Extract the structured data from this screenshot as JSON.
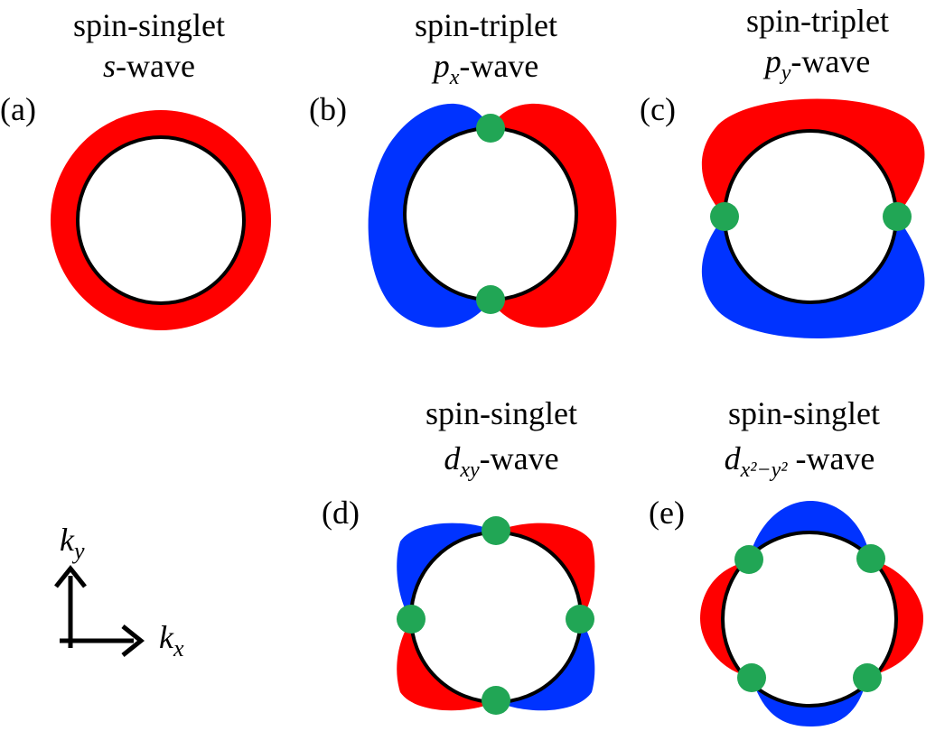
{
  "colors": {
    "positive": "#ff0000",
    "negative": "#0033ff",
    "node": "#21a655",
    "fermi_surface": "#000000"
  },
  "panels": {
    "a": {
      "label": "(a)",
      "line1": "spin-singlet",
      "sym": "s",
      "suffix": "-wave"
    },
    "b": {
      "label": "(b)",
      "line1": "spin-triplet",
      "sym": "p",
      "sub": "x",
      "suffix": "-wave"
    },
    "c": {
      "label": "(c)",
      "line1": "spin-triplet",
      "sym": "p",
      "sub": "y",
      "suffix": "-wave"
    },
    "d": {
      "label": "(d)",
      "line1": "spin-singlet",
      "sym": "d",
      "sub": "xy",
      "suffix": "-wave"
    },
    "e": {
      "label": "(e)",
      "line1": "spin-singlet",
      "sym": "d",
      "sub": "x²−y²",
      "suffix": " -wave"
    }
  },
  "axes": {
    "kx": "k",
    "kx_sub": "x",
    "ky": "k",
    "ky_sub": "y"
  }
}
